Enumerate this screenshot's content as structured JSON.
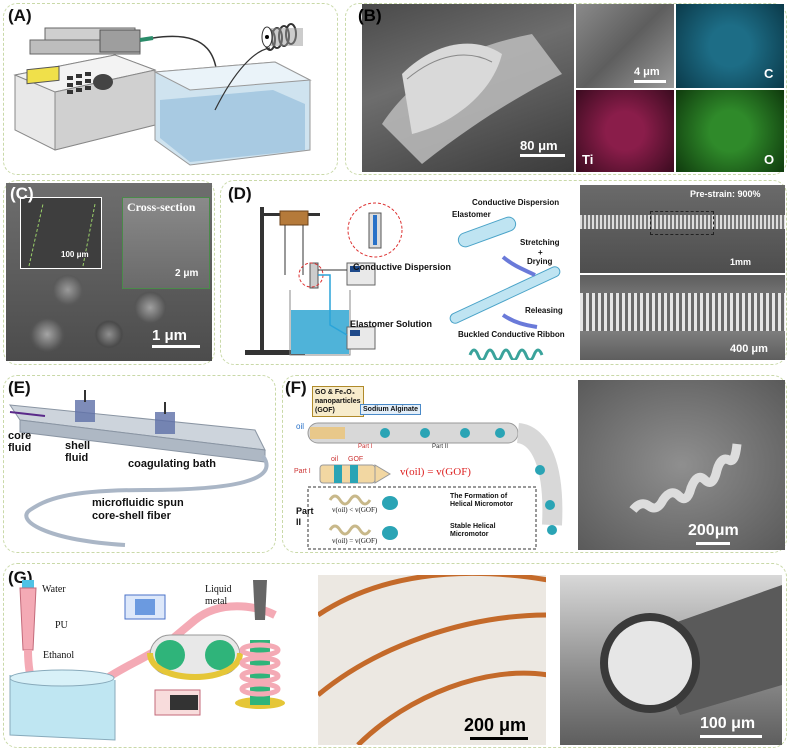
{
  "panels": {
    "A": {
      "label": "(A)"
    },
    "B": {
      "label": "(B)",
      "scale_main": "80 μm",
      "scale_inset": "4 μm",
      "map_c": "C",
      "map_ti": "Ti",
      "map_o": "O"
    },
    "C": {
      "label": "(C)",
      "inset_title": "Cross-section",
      "inset_scale": "2 μm",
      "inset_left_scale": "100 μm",
      "scale_main": "1 μm"
    },
    "D": {
      "label": "(D)",
      "conductive_dispersion": "Conductive Dispersion",
      "elastomer_solution": "Elastomer Solution",
      "conductive_dispersion_2": "Conductive Dispersion",
      "elastomer": "Elastomer",
      "stretching": "Stretching",
      "plus": "+",
      "drying": "Drying",
      "releasing": "Releasing",
      "buckled": "Buckled Conductive Ribbon",
      "prestrain": "Pre-strain: 900%",
      "scale_top": "1mm",
      "scale_bottom": "400 μm"
    },
    "E": {
      "label": "(E)",
      "core_fluid": "core\nfluid",
      "shell_fluid": "shell\nfluid",
      "coag_bath": "coagulating bath",
      "fiber_label": "microfluidic spun\ncore-shell fiber"
    },
    "F": {
      "label": "(F)",
      "gof": "GO & Fe₃O₄\nnanoparticles\n(GOF)",
      "alginate": "Sodium Alginate",
      "oil": "oil",
      "part1": "Part I",
      "part2": "Part II",
      "part1_b": "Part I",
      "oil_b": "oil",
      "gof_b": "GOF",
      "eq_main": "v(oil) = v(GOF)",
      "part2_box": "Part\nII",
      "eq_less": "v(oil) < v(GOF)",
      "formation": "The Formation of\nHelical Micromotor",
      "eq_eq": "v(oil) = v(GOF)",
      "stable": "Stable Helical\nMicromotor",
      "scale": "200μm"
    },
    "G": {
      "label": "(G)",
      "water": "Water",
      "pu": "PU",
      "ethanol": "Ethanol",
      "liquid_metal": "Liquid\nmetal",
      "scale_mid": "200 μm",
      "scale_right": "100 μm"
    }
  }
}
